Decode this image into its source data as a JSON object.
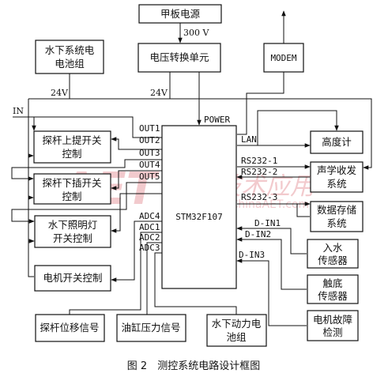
{
  "blocks": {
    "power_source": "甲板电源",
    "voltage_conv": "电压转换单元",
    "modem": "MODEM",
    "battery_sys_1": "水下系统电",
    "battery_sys_2": "电池组",
    "mcu": "STM32F107",
    "lift_up_1": "探杆上提开关",
    "lift_up_2": "控制",
    "lift_down_1": "探杆下插开关",
    "lift_down_2": "控制",
    "lamp_1": "水下照明灯",
    "lamp_2": "开关控制",
    "motor_switch": "电机开关控制",
    "altimeter": "高度计",
    "acoustic_1": "声学收发",
    "acoustic_2": "系统",
    "storage_1": "数据存储",
    "storage_2": "系统",
    "water_1": "入水",
    "water_2": "传感器",
    "bottom_1": "触底",
    "bottom_2": "传感器",
    "motor_fault_1": "电机故障",
    "motor_fault_2": "检测",
    "probe_disp": "探杆位移信号",
    "cylinder": "油缸压力信号",
    "power_bat_1": "水下动力电",
    "power_bat_2": "池组"
  },
  "labels": {
    "v300": "300 V",
    "v24_left": "24V",
    "v24_right": "24V",
    "in": "IN",
    "power": "POWER",
    "lan": "LAN",
    "out1": "OUT1",
    "out2": "OUT2",
    "out3": "OUT3",
    "out4": "OUT4",
    "out5": "OUT5",
    "adc4": "ADC4",
    "adc1": "ADC1",
    "adc2": "ADC2",
    "adc3": "ADC3",
    "rs232_1": "RS232-1",
    "rs232_2": "RS232-2",
    "rs232_3": "RS232-3",
    "din1": "D-IN1",
    "din2": "D-IN2",
    "din3": "D-IN3"
  },
  "watermark": {
    "logo": "AET",
    "cn": "电子技术应用",
    "url": "www.ChinaAET.com"
  },
  "caption": "图 2　测控系统电路设计框图"
}
